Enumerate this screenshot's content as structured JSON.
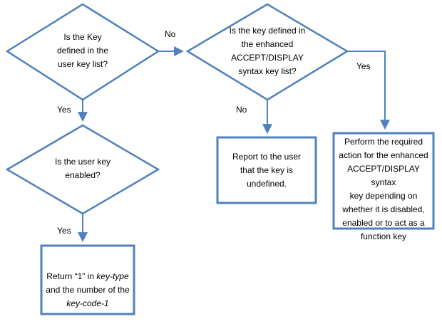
{
  "colors": {
    "shape_border": "#4f81bd",
    "arrow": "#4f81bd",
    "text": "#000000",
    "fill": "#ffffff"
  },
  "nodes": {
    "decision_user_key": {
      "text": "Is the Key\ndefined in the\nuser key list?"
    },
    "decision_enhanced_key": {
      "text": "Is the key defined in\nthe enhanced\nACCEPT/DISPLAY\nsyntax key list?"
    },
    "decision_key_enabled": {
      "text": "Is the user key\nenabled?"
    },
    "process_report_undefined": {
      "text": "Report to the user\nthat the key is\nundefined."
    },
    "process_perform_action": {
      "text": "Perform the required\naction for the enhanced\nACCEPT/DISPLAY syntax\nkey depending on\nwhether it is disabled,\nenabled or to act as a\nfunction key"
    },
    "process_return_key": {
      "part1": "Return “1” in ",
      "part2": "key-type",
      "part3": " and the number of the ",
      "part4": "key-code-1"
    }
  },
  "edge_labels": {
    "no_top": "No",
    "yes_left": "Yes",
    "no_mid": "No",
    "yes_right": "Yes",
    "yes_bottom": "Yes"
  }
}
